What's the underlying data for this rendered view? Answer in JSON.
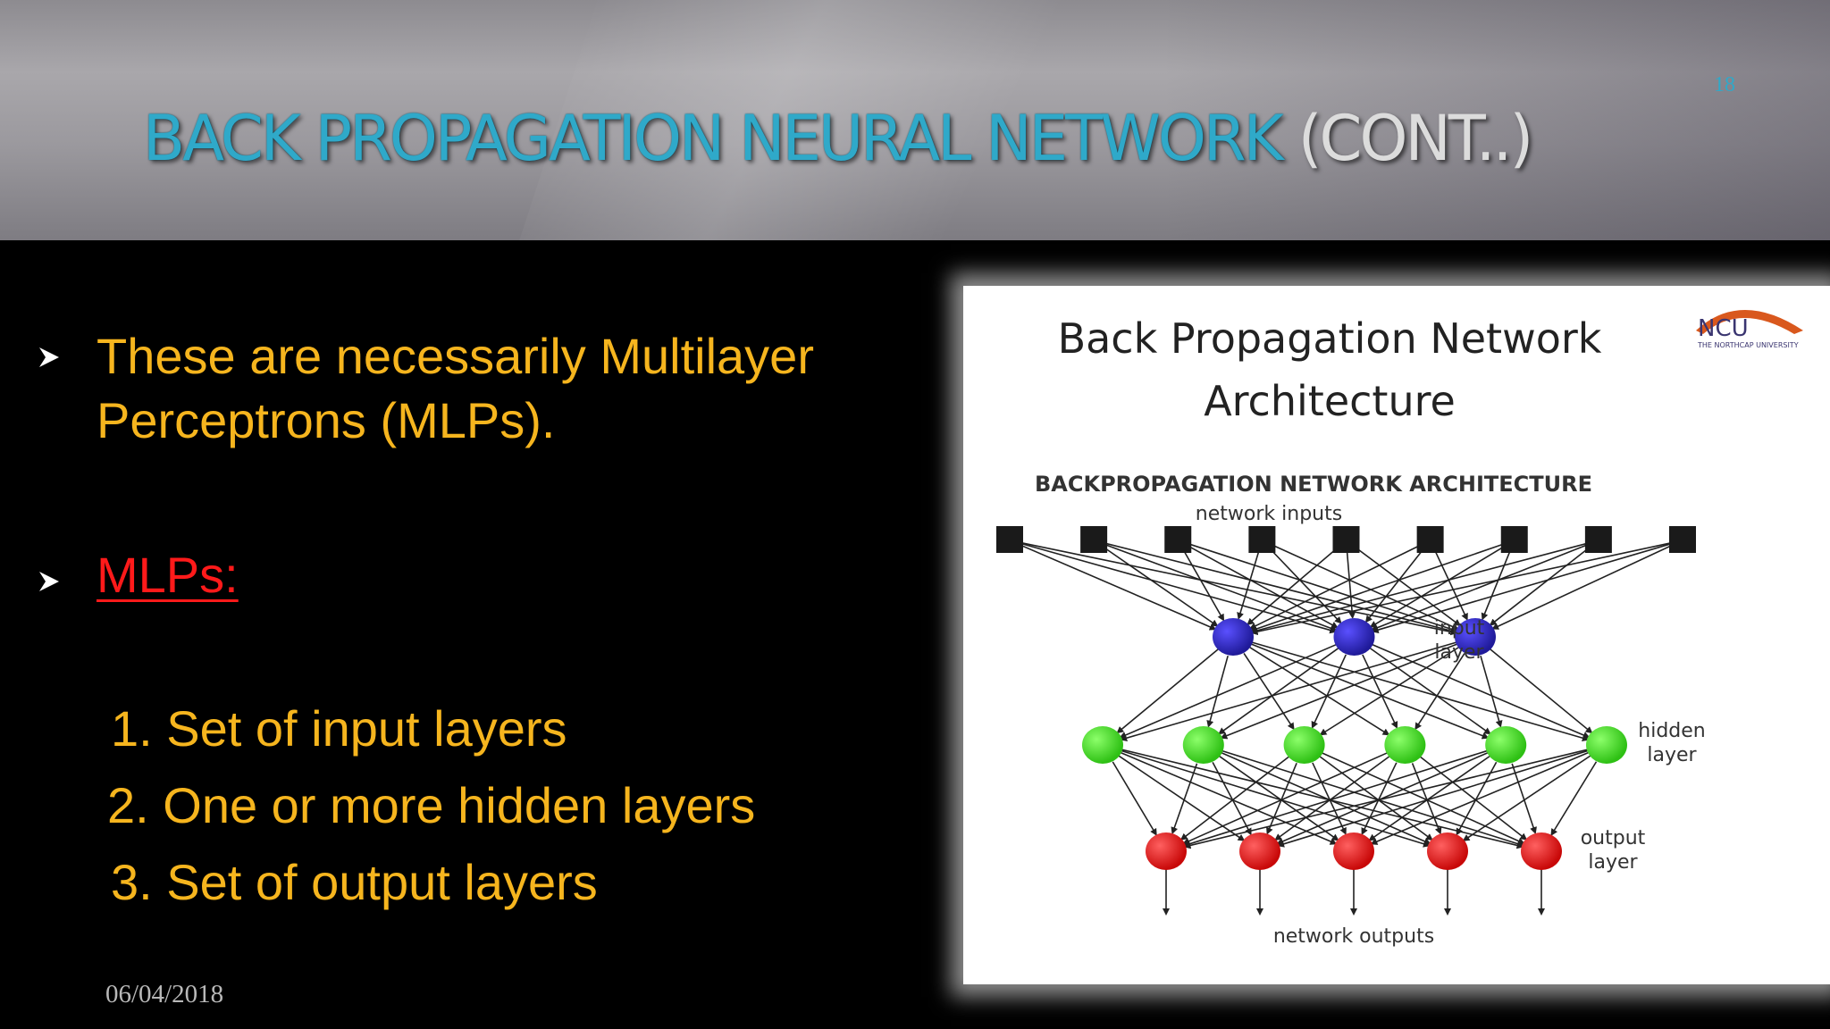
{
  "slide": {
    "title_main": "BACK PROPAGATION NEURAL NETWORK",
    "title_suffix": " (CONT..)",
    "page_number": "18",
    "date": "06/04/2018"
  },
  "bullets": [
    {
      "text_line1": "These are necessarily Multilayer",
      "text_line2": "Perceptrons (MLPs)."
    },
    {
      "text_line1": "MLPs:"
    }
  ],
  "list": [
    "1. Set of input layers",
    "2. One or more hidden layers",
    "3. Set of output layers"
  ],
  "figure": {
    "title_line1": "Back Propagation Network",
    "title_line2": "Architecture",
    "heading": "BACKPROPAGATION NETWORK ARCHITECTURE",
    "inputs_label": "network inputs",
    "input_layer_label": [
      "input",
      "layer"
    ],
    "hidden_layer_label": [
      "hidden",
      "layer"
    ],
    "output_layer_label": [
      "output",
      "layer"
    ],
    "outputs_label": "network outputs",
    "logo_text": "NCU",
    "logo_subtext": "THE NORTHCAP UNIVERSITY",
    "network": {
      "input_nodes": 9,
      "input_layer_nodes": 3,
      "hidden_layer_nodes": 6,
      "output_layer_nodes": 5
    }
  },
  "colors": {
    "title": "#2fa9c9",
    "bullet_text": "#f6b51e",
    "mlps_heading": "#ff1a1a",
    "input_node": "#1f1a99",
    "hidden_node": "#39d81c",
    "output_node": "#e01010"
  }
}
